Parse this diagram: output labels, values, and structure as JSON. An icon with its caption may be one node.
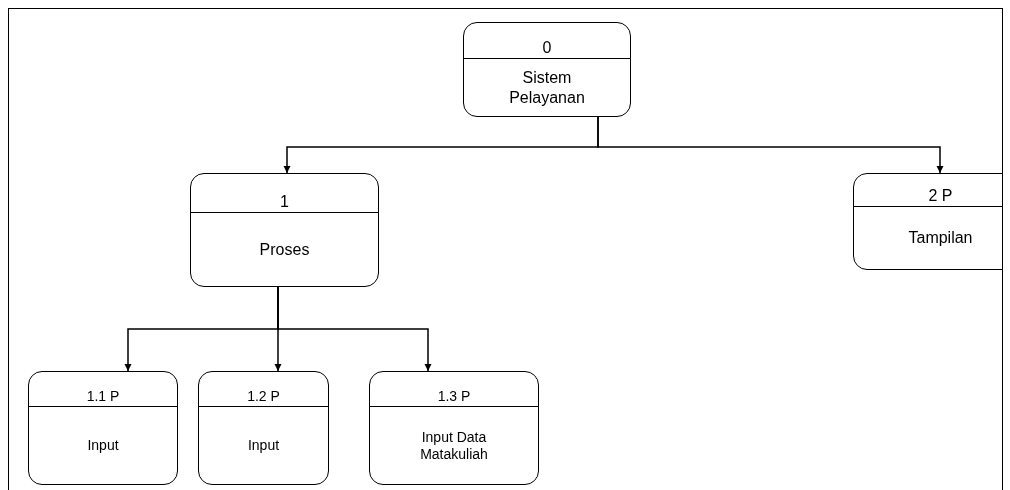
{
  "diagram": {
    "nodes": [
      {
        "text": [
          "0",
          "Sistem Pelayanan"
        ]
      },
      {
        "text": [
          "1",
          "Proses"
        ]
      },
      {
        "text": [
          "2 P",
          "Tampilan"
        ]
      },
      {
        "text": [
          "1.1 P",
          "Input"
        ]
      },
      {
        "text": [
          "1.2 P",
          "Input"
        ]
      },
      {
        "text": [
          "1.3 P",
          "Input Data Matakuliah"
        ]
      }
    ],
    "edges": [
      {
        "from": 0,
        "to": 1,
        "arrow": "to"
      },
      {
        "from": 0,
        "to": 2,
        "arrow": "to"
      },
      {
        "from": 1,
        "to": 3,
        "arrow": "to"
      },
      {
        "from": 1,
        "to": 4,
        "arrow": "to"
      },
      {
        "from": 1,
        "to": 5,
        "arrow": "to"
      }
    ]
  }
}
